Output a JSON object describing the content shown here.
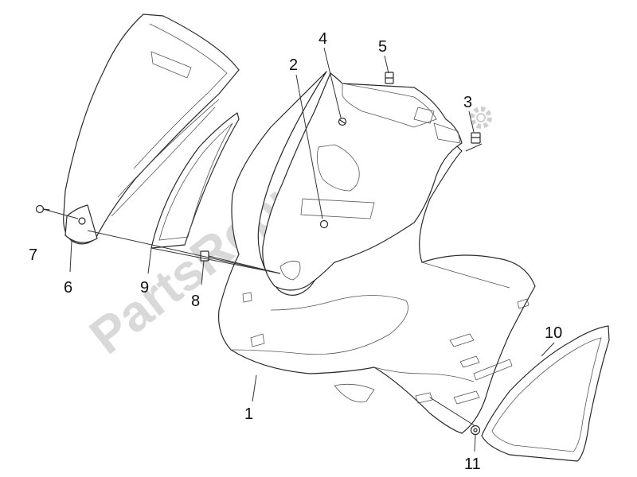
{
  "watermark": {
    "text": "PartsRepublik",
    "color": "#d9d9d9"
  },
  "callouts": [
    {
      "id": "1",
      "label": "1"
    },
    {
      "id": "2",
      "label": "2"
    },
    {
      "id": "3",
      "label": "3"
    },
    {
      "id": "4",
      "label": "4"
    },
    {
      "id": "5",
      "label": "5"
    },
    {
      "id": "6",
      "label": "6"
    },
    {
      "id": "7",
      "label": "7"
    },
    {
      "id": "8",
      "label": "8"
    },
    {
      "id": "9",
      "label": "9"
    },
    {
      "id": "10",
      "label": "10"
    },
    {
      "id": "11",
      "label": "11"
    }
  ],
  "icons": {
    "gear": "gear-icon"
  },
  "colors": {
    "line": "#2a2a2a",
    "watermark": "#d9d9d9"
  }
}
